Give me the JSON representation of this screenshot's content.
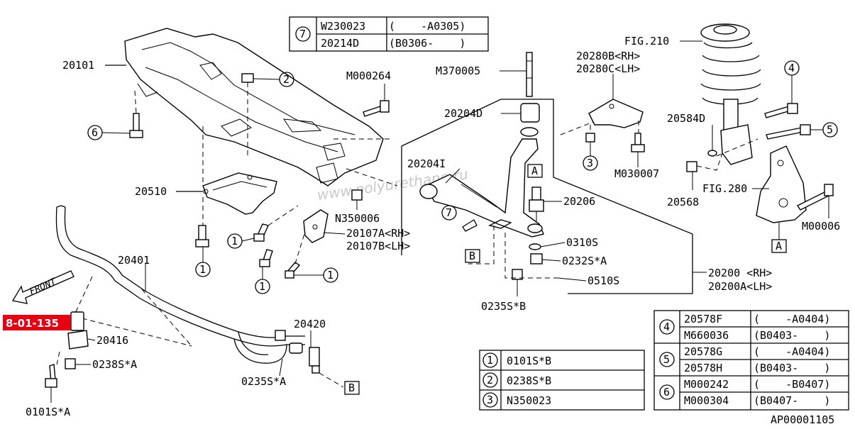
{
  "labels": {
    "p20101": "20101",
    "m000264": "M000264",
    "p20510": "20510",
    "n350006": "N350006",
    "p20107a": "20107A<RH>",
    "p20107b": "20107B<LH>",
    "p20401": "20401",
    "p20416": "20416",
    "p0238a": "0238S*A",
    "p0101a": "0101S*A",
    "p0235a": "0235S*A",
    "p20420": "20420",
    "m370005": "M370005",
    "p20204d": "20204D",
    "p20204i": "20204I",
    "p20206": "20206",
    "p0310s": "0310S",
    "p0232sa": "0232S*A",
    "p0510s": "0510S",
    "p0235sb": "0235S*B",
    "p20200": "20200 <RH>",
    "p20200a": "20200A<LH>",
    "p20280b": "20280B<RH>",
    "p20280c": "20280C<LH>",
    "m030007": "M030007",
    "fig210": "FIG.210",
    "p20584d": "20584D",
    "p20568": "20568",
    "fig280": "FIG.280",
    "m00006": "M00006",
    "front": "FRONT",
    "watermark": "www.polyurethane.ru",
    "catalog": "AP00001105"
  },
  "callouts": {
    "c1": "1",
    "c2": "2",
    "c3": "3",
    "c4": "4",
    "c5": "5",
    "c6": "6",
    "c7": "7",
    "boxA": "A",
    "boxB": "B"
  },
  "highlight": {
    "label": "8-01-135",
    "color": "#e60012"
  },
  "table_top": {
    "key": "7",
    "rows": [
      {
        "part": "W230023",
        "range": "(    -A0305)"
      },
      {
        "part": "20214D",
        "range": "(B0306-    )"
      }
    ]
  },
  "table_small": {
    "rows": [
      {
        "key": "1",
        "part": "0101S*B"
      },
      {
        "key": "2",
        "part": "0238S*B"
      },
      {
        "key": "3",
        "part": "N350023"
      }
    ]
  },
  "table_right": {
    "groups": [
      {
        "key": "4",
        "rows": [
          {
            "part": "20578F",
            "range": "(    -A0404)"
          },
          {
            "part": "M660036",
            "range": "(B0403-    )"
          }
        ]
      },
      {
        "key": "5",
        "rows": [
          {
            "part": "20578G",
            "range": "(    -A0404)"
          },
          {
            "part": "20578H",
            "range": "(B0403-    )"
          }
        ]
      },
      {
        "key": "6",
        "rows": [
          {
            "part": "M000242",
            "range": "(    -B0407)"
          },
          {
            "part": "M000304",
            "range": "(B0407-    )"
          }
        ]
      }
    ]
  }
}
